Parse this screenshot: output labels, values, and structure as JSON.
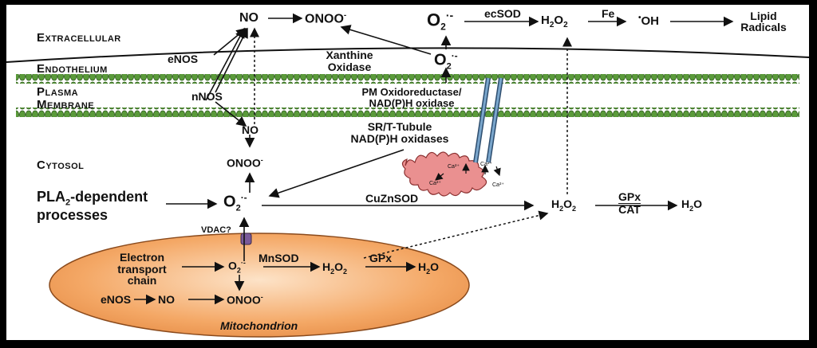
{
  "regions": {
    "extracellular": "Extracellular",
    "endothelium": "Endothelium",
    "plasma_membrane_1": "Plasma",
    "plasma_membrane_2": "Membrane",
    "cytosol": "Cytosol"
  },
  "species": {
    "no_top": "NO",
    "onoo_top": "ONOO",
    "o2_top": "O",
    "h2o2_top": "H",
    "oh": "OH",
    "lipid_1": "Lipid",
    "lipid_2": "Radicals",
    "o2_endo": "O",
    "no_cyto": "NO",
    "onoo_cyto": "ONOO",
    "o2_cyto": "O",
    "h2o2_cyto": "H",
    "h2o_cyto": "H",
    "o2_mito": "O",
    "h2o2_mito": "H",
    "h2o_mito": "H",
    "no_mito": "NO",
    "onoo_mito": "ONOO"
  },
  "enzymes": {
    "ecsod": "ecSOD",
    "fe": "Fe",
    "enos_top": "eNOS",
    "nnos": "nNOS",
    "xanthine_1": "Xanthine",
    "xanthine_2": "Oxidase",
    "pm_oxido_1": "PM Oxidoreductase/",
    "pm_oxido_2": "NAD(P)H oxidase",
    "srt_1": "SR/T-Tubule",
    "srt_2": "NAD(P)H oxidases",
    "cuznsod": "CuZnSOD",
    "gpx_cyto": "GPx",
    "cat": "CAT",
    "pla2_1": "PLA",
    "pla2_1b": "-dependent",
    "pla2_2": "processes",
    "vdac": "VDAC?",
    "etc_1": "Electron",
    "etc_2": "transport",
    "etc_3": "chain",
    "mnsod": "MnSOD",
    "gpx_mito": "GPx",
    "enos_mito": "eNOS",
    "mitochondrion": "Mitochondrion",
    "ca1": "Ca²⁺",
    "ca2": "Ca²⁺",
    "ca3": "Ca²⁺",
    "ca4": "Ca²⁺"
  },
  "colors": {
    "membrane": "#5a9a3a",
    "mito_fill": "#f2a25e",
    "sr_fill": "#e88a8a",
    "tubule": "#4a7aa0"
  }
}
